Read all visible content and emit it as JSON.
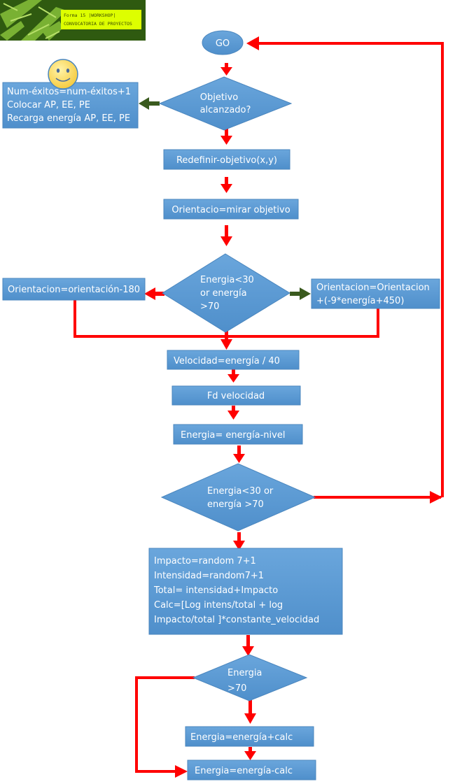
{
  "logo": {
    "line1": "Forma 15 |WORKSHOP|",
    "line2": "CONVOCATORIA DE PROYECTOS"
  },
  "nodes": {
    "go": "GO",
    "objetivo_alcanzado": [
      "Objetivo",
      "alcanzado?"
    ],
    "exitos": [
      "Num-éxitos=num-éxitos+1",
      "Colocar AP, EE, PE",
      "Recarga energía AP, EE, PE"
    ],
    "redefinir": "Redefinir-objetivo(x,y)",
    "orientacio": "Orientacio=mirar  objetivo",
    "energia_check1": [
      "Energia<30",
      "or energía",
      ">70"
    ],
    "orient_minus": "Orientacion=orientación-180",
    "orient_plus": [
      "Orientacion=Orientacion",
      "+(-9*energía+450)"
    ],
    "velocidad": "Velocidad=energía  / 40",
    "fd": "Fd  velocidad",
    "energia_nivel": "Energia= energía-nivel",
    "energia_check2": [
      "Energia<30  or",
      "energía >70"
    ],
    "calc_block": [
      "Impacto=random  7+1",
      "Intensidad=random7+1",
      "Total= intensidad+Impacto",
      "Calc=[Log intens/total  + log",
      "Impacto/total  ]*constante_velocidad"
    ],
    "energia_check3": [
      "Energia",
      ">70"
    ],
    "energia_plus": "Energia=energía+calc",
    "energia_minus": "Energia=energía-calc"
  },
  "colors": {
    "box_fill": "#5b9bd5",
    "box_stroke": "#4a86be",
    "arrow_red": "#ff0000",
    "arrow_green": "#3a5a1e",
    "text": "#ffffff",
    "smiley_fill": "#ffe066",
    "logo_label_bg": "#ddff00"
  }
}
